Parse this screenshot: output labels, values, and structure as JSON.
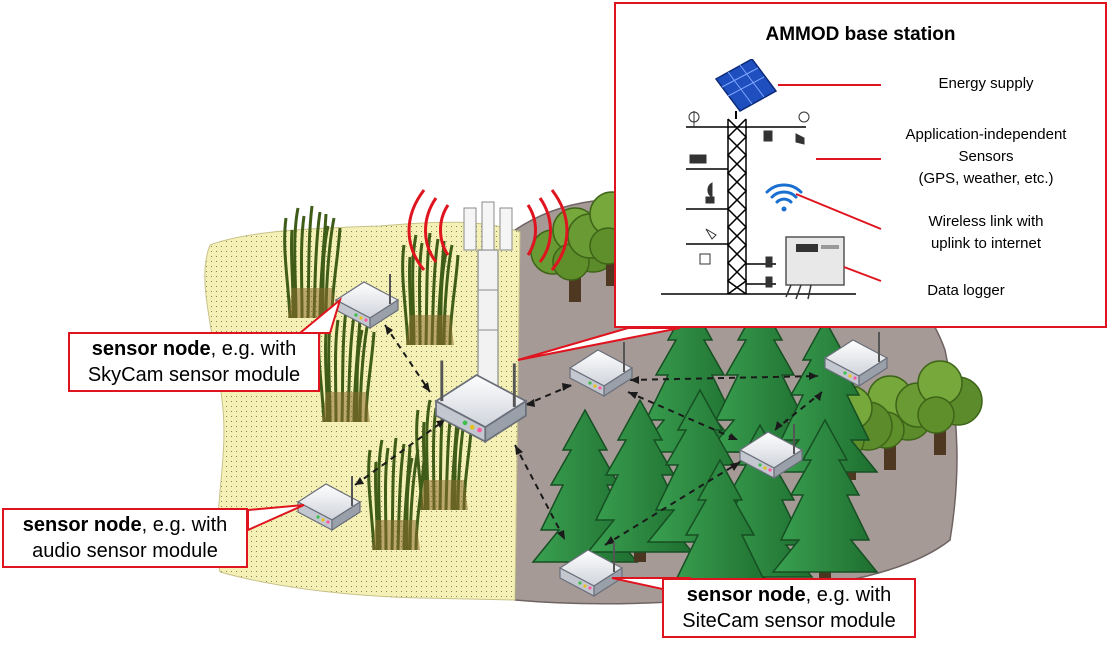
{
  "base_station": {
    "title": "AMMOD base station",
    "parts": [
      {
        "lines": [
          "Energy supply"
        ]
      },
      {
        "lines": [
          "Application-independent",
          "Sensors",
          "(GPS, weather, etc.)"
        ]
      },
      {
        "lines": [
          "Wireless link with",
          "uplink to internet"
        ]
      },
      {
        "lines": [
          "Data logger"
        ]
      }
    ]
  },
  "nodes": [
    {
      "bold": "sensor node",
      "rest": ", e.g. with",
      "line2": "SkyCam sensor module"
    },
    {
      "bold": "sensor node",
      "rest": ", e.g. with",
      "line2": "audio sensor module"
    },
    {
      "bold": "sensor node",
      "rest": ", e.g. with",
      "line2": "SiteCam sensor module"
    }
  ],
  "colors": {
    "accent": "#e0141e",
    "meadow": "#f4f0b4",
    "forest_ground": "#a69a97",
    "tree": "#2f8f43",
    "deciduous": "#5f8f2a"
  }
}
